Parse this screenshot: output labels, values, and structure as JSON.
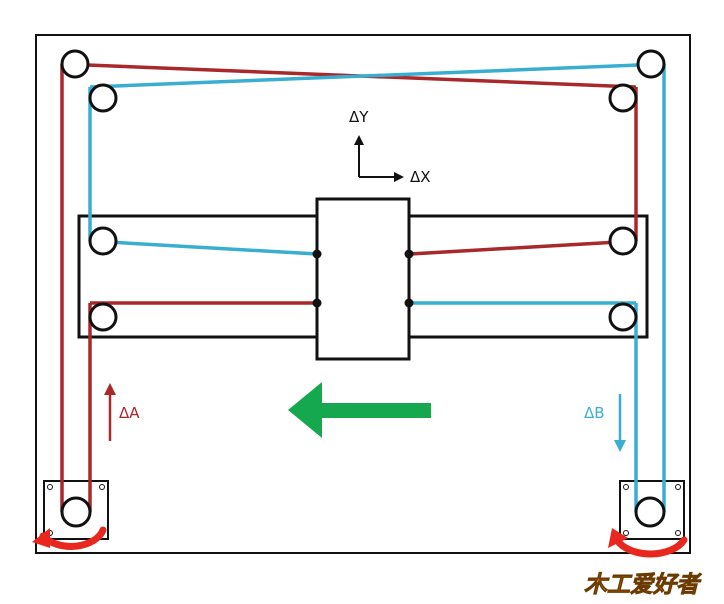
{
  "labels": {
    "delta_y": "ΔY",
    "delta_x": "ΔX",
    "delta_a": "ΔA",
    "delta_b": "ΔB"
  },
  "watermark": {
    "text": "木工爱好者"
  },
  "colors": {
    "belt_a": "#a8282c",
    "belt_b": "#3aaed0",
    "direction_arrow": "#15a84f",
    "rotation_arrow": "#e8281e",
    "outline": "#111111",
    "watermark_orange": "#f29a14"
  }
}
